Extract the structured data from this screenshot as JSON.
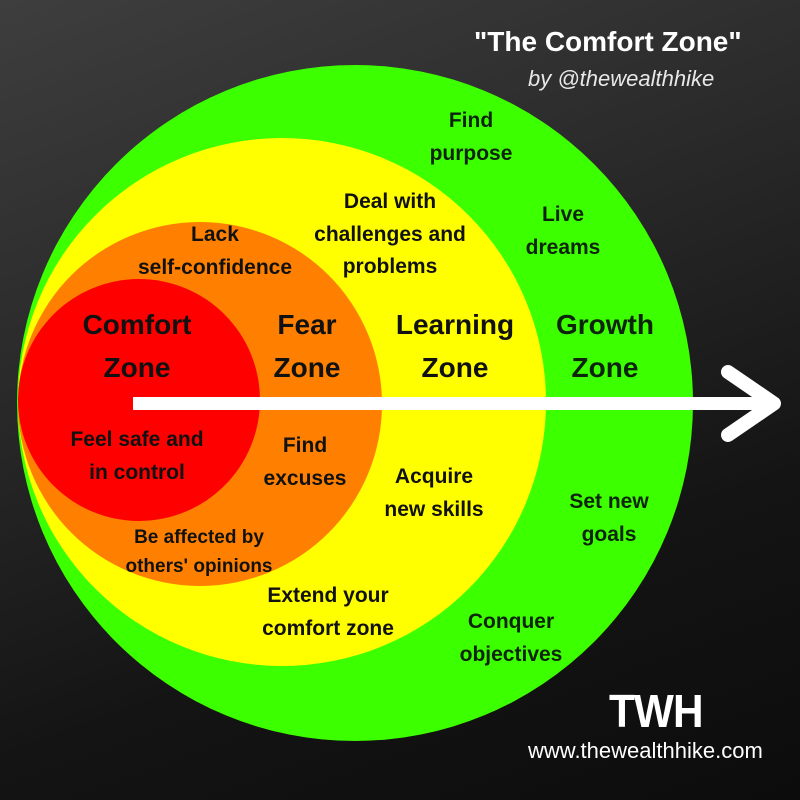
{
  "header": {
    "title": "\"The Comfort Zone\"",
    "byline": "by @thewealthhike"
  },
  "colors": {
    "background_top": "#3e3e3e",
    "background_bottom": "#0c0c0c",
    "growth": "#3cff00",
    "learning": "#ffff00",
    "fear": "#ff8000",
    "comfort": "#ff0000",
    "arrow": "#ffffff"
  },
  "zones": {
    "comfort": {
      "name_line1": "Comfort",
      "name_line2": "Zone",
      "notes": [
        {
          "line1": "Feel safe and",
          "line2": "in control"
        }
      ]
    },
    "fear": {
      "name_line1": "Fear",
      "name_line2": "Zone",
      "notes": [
        {
          "line1": "Lack",
          "line2": "self-confidence"
        },
        {
          "line1": "Find",
          "line2": "excuses"
        },
        {
          "line1": "Be affected by",
          "line2": "others' opinions"
        }
      ]
    },
    "learning": {
      "name_line1": "Learning",
      "name_line2": "Zone",
      "notes": [
        {
          "line1": "Deal with",
          "line2": "challenges and",
          "line3": "problems"
        },
        {
          "line1": "Acquire",
          "line2": "new skills"
        },
        {
          "line1": "Extend your",
          "line2": "comfort zone"
        }
      ]
    },
    "growth": {
      "name_line1": "Growth",
      "name_line2": "Zone",
      "notes": [
        {
          "line1": "Find",
          "line2": "purpose"
        },
        {
          "line1": "Live",
          "line2": "dreams"
        },
        {
          "line1": "Set new",
          "line2": "goals"
        },
        {
          "line1": "Conquer",
          "line2": "objectives"
        }
      ]
    }
  },
  "footer": {
    "logo": "TWH",
    "url": "www.thewealthhike.com"
  }
}
